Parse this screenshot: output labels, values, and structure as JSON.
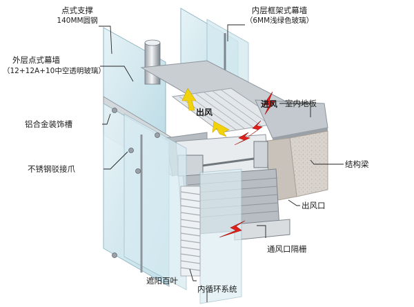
{
  "labels": {
    "point_support": "点式支撑",
    "steel_tube": "140MM圆钢",
    "inner_wall": "内层框架式幕墙",
    "inner_glass": "（6MM浅绿色玻璃）",
    "outer_wall": "外层点式幕墙",
    "outer_glass": "（12+12A+10中空透明玻璃）",
    "alu_trough": "铝合金装饰槽",
    "indoor_floor": "室内地板",
    "stainless_claw": "不锈钢驳接爪",
    "beam": "结构梁",
    "air_outlet": "出风口",
    "vent_grille": "通风口隔栅",
    "sun_louver": "遮阳百叶",
    "inner_circulation": "内循环系统",
    "air_out": "出风",
    "air_in": "进风"
  },
  "colors": {
    "glass": "#cfe6ee",
    "glass_edge": "#8fb4c2",
    "frame": "#c9ced3",
    "frame_dark": "#8d949b",
    "concrete": "#d7d2cb",
    "arrow_yellow": "#f2d20a",
    "arrow_red": "#e0201b",
    "leader": "#222222"
  }
}
